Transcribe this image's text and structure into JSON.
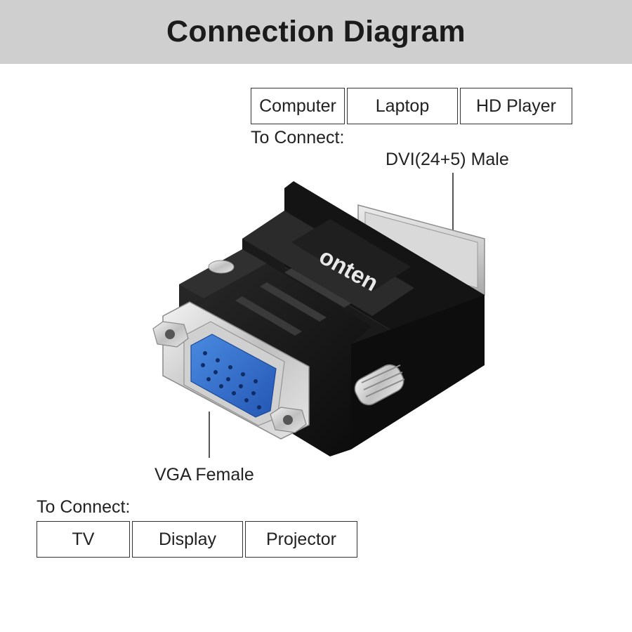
{
  "header": {
    "title": "Connection Diagram"
  },
  "top_group": {
    "heading": "To Connect:",
    "devices": [
      "Computer",
      "Laptop",
      "HD Player"
    ]
  },
  "dvi_label": "DVI(24+5) Male",
  "vga_label": "VGA Female",
  "bottom_group": {
    "heading": "To Connect:",
    "devices": [
      "TV",
      "Display",
      "Projector"
    ]
  },
  "product": {
    "brand_logo": "onten",
    "body_color": "#111111",
    "vga_insert_color": "#2f6fc9"
  }
}
